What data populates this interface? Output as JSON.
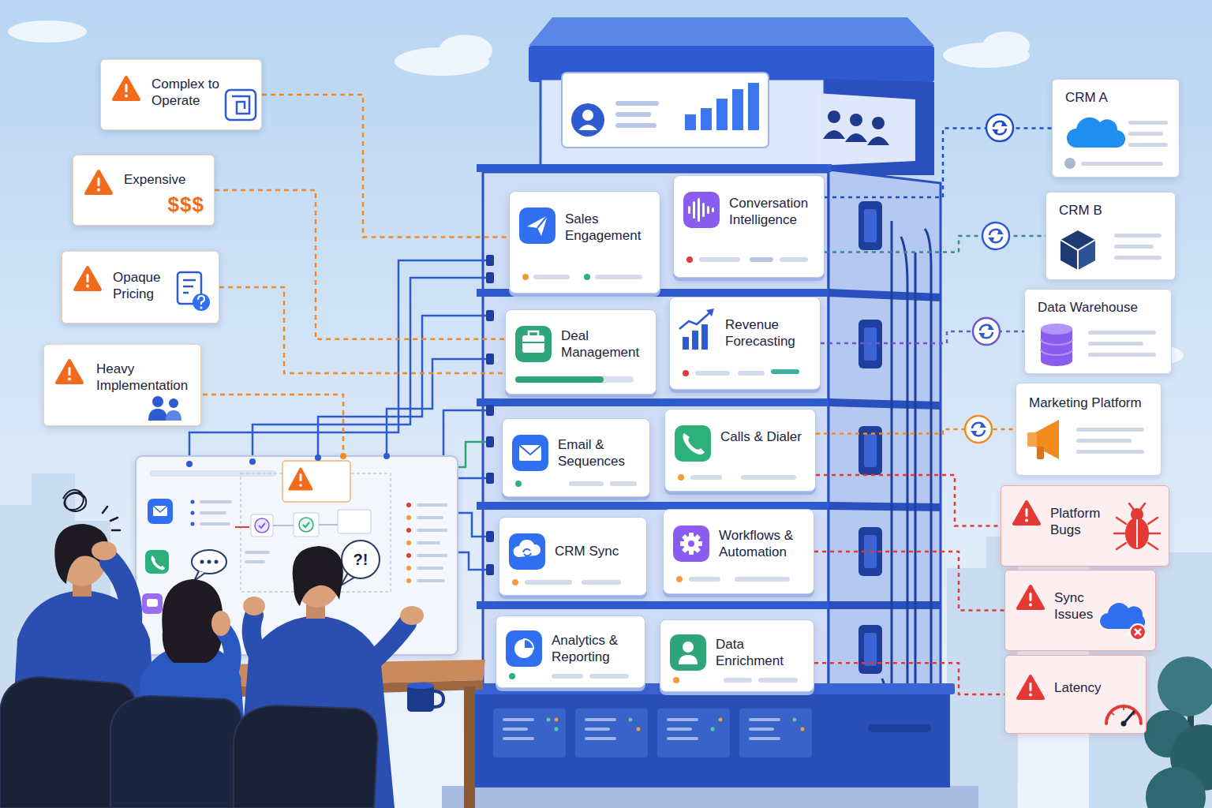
{
  "diagram": {
    "nodes": [
      {
        "text": [
          "Complex to Operate"
        ]
      },
      {
        "text": [
          "Expensive",
          "$$$"
        ]
      },
      {
        "text": [
          "Opaque Pricing"
        ]
      },
      {
        "text": [
          "Heavy Implementation"
        ]
      },
      {
        "text": [
          "Sales Engagement"
        ]
      },
      {
        "text": [
          "Conversation Intelligence"
        ]
      },
      {
        "text": [
          "Deal Management"
        ]
      },
      {
        "text": [
          "Revenue Forecasting"
        ]
      },
      {
        "text": [
          "Email & Sequences"
        ]
      },
      {
        "text": [
          "Calls & Dialer"
        ]
      },
      {
        "text": [
          "CRM Sync"
        ]
      },
      {
        "text": [
          "Workflows & Automation"
        ]
      },
      {
        "text": [
          "Analytics & Reporting"
        ]
      },
      {
        "text": [
          "Data Enrichment"
        ]
      },
      {
        "text": [
          "CRM A"
        ]
      },
      {
        "text": [
          "CRM B"
        ]
      },
      {
        "text": [
          "Data Warehouse"
        ]
      },
      {
        "text": [
          "Marketing Platform"
        ]
      },
      {
        "text": [
          "Platform Bugs"
        ]
      },
      {
        "text": [
          "Sync Issues"
        ]
      },
      {
        "text": [
          "Latency"
        ]
      }
    ],
    "edges": [
      {
        "from": 0,
        "to": 4,
        "arrow": "none"
      },
      {
        "from": 1,
        "to": 6,
        "arrow": "none"
      },
      {
        "from": 2,
        "to": 6,
        "arrow": "none"
      },
      {
        "from": 5,
        "to": 14,
        "arrow": "none"
      },
      {
        "from": 5,
        "to": 15,
        "arrow": "none"
      },
      {
        "from": 7,
        "to": 16,
        "arrow": "none"
      },
      {
        "from": 9,
        "to": 17,
        "arrow": "none"
      },
      {
        "from": 9,
        "to": 18,
        "arrow": "none"
      },
      {
        "from": 11,
        "to": 19,
        "arrow": "none"
      },
      {
        "from": 13,
        "to": 20,
        "arrow": "none"
      }
    ],
    "labels": [
      "?!"
    ]
  }
}
